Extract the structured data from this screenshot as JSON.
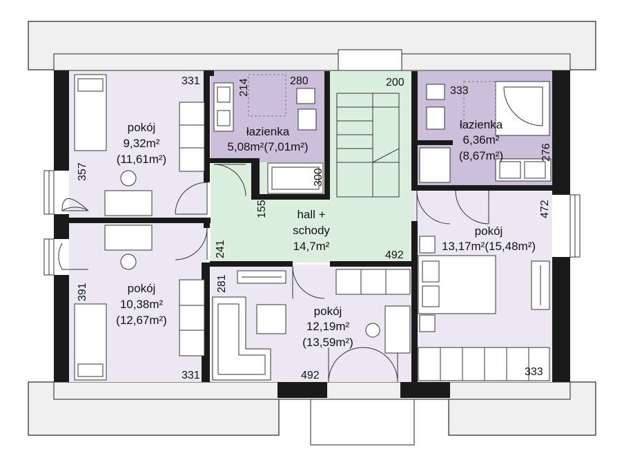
{
  "colors": {
    "room": "#ebe8f3",
    "bathroom": "#cbbfdb",
    "hall": "#dcefdf",
    "roof": "#f0f0f0",
    "wall": "#1a1a1a"
  },
  "rooms": [
    {
      "name": "pokój",
      "area": "9,32m²",
      "gross": "(11,61m²)"
    },
    {
      "name": "łazienka",
      "area": "5,08m²(7,01m²)"
    },
    {
      "name": "łazienka",
      "area": "6,36m²",
      "gross": "(8,67m²)"
    },
    {
      "name": "hall +",
      "name2": "schody",
      "area": "14,7m²"
    },
    {
      "name": "pokój",
      "area": "13,17m²(15,48m²)"
    },
    {
      "name": "pokój",
      "area": "10,38m²",
      "gross": "(12,67m²)"
    },
    {
      "name": "pokój",
      "area": "12,19m²",
      "gross": "(13,59m²)"
    }
  ],
  "dimensions": {
    "d331a": "331",
    "d357": "357",
    "d214": "214",
    "d280": "280",
    "d300": "300",
    "d200": "200",
    "d333a": "333",
    "d276": "276",
    "d155": "155",
    "d241": "241",
    "d492a": "492",
    "d472": "472",
    "d391": "391",
    "d331b": "331",
    "d281": "281",
    "d492b": "492",
    "d333b": "333"
  }
}
